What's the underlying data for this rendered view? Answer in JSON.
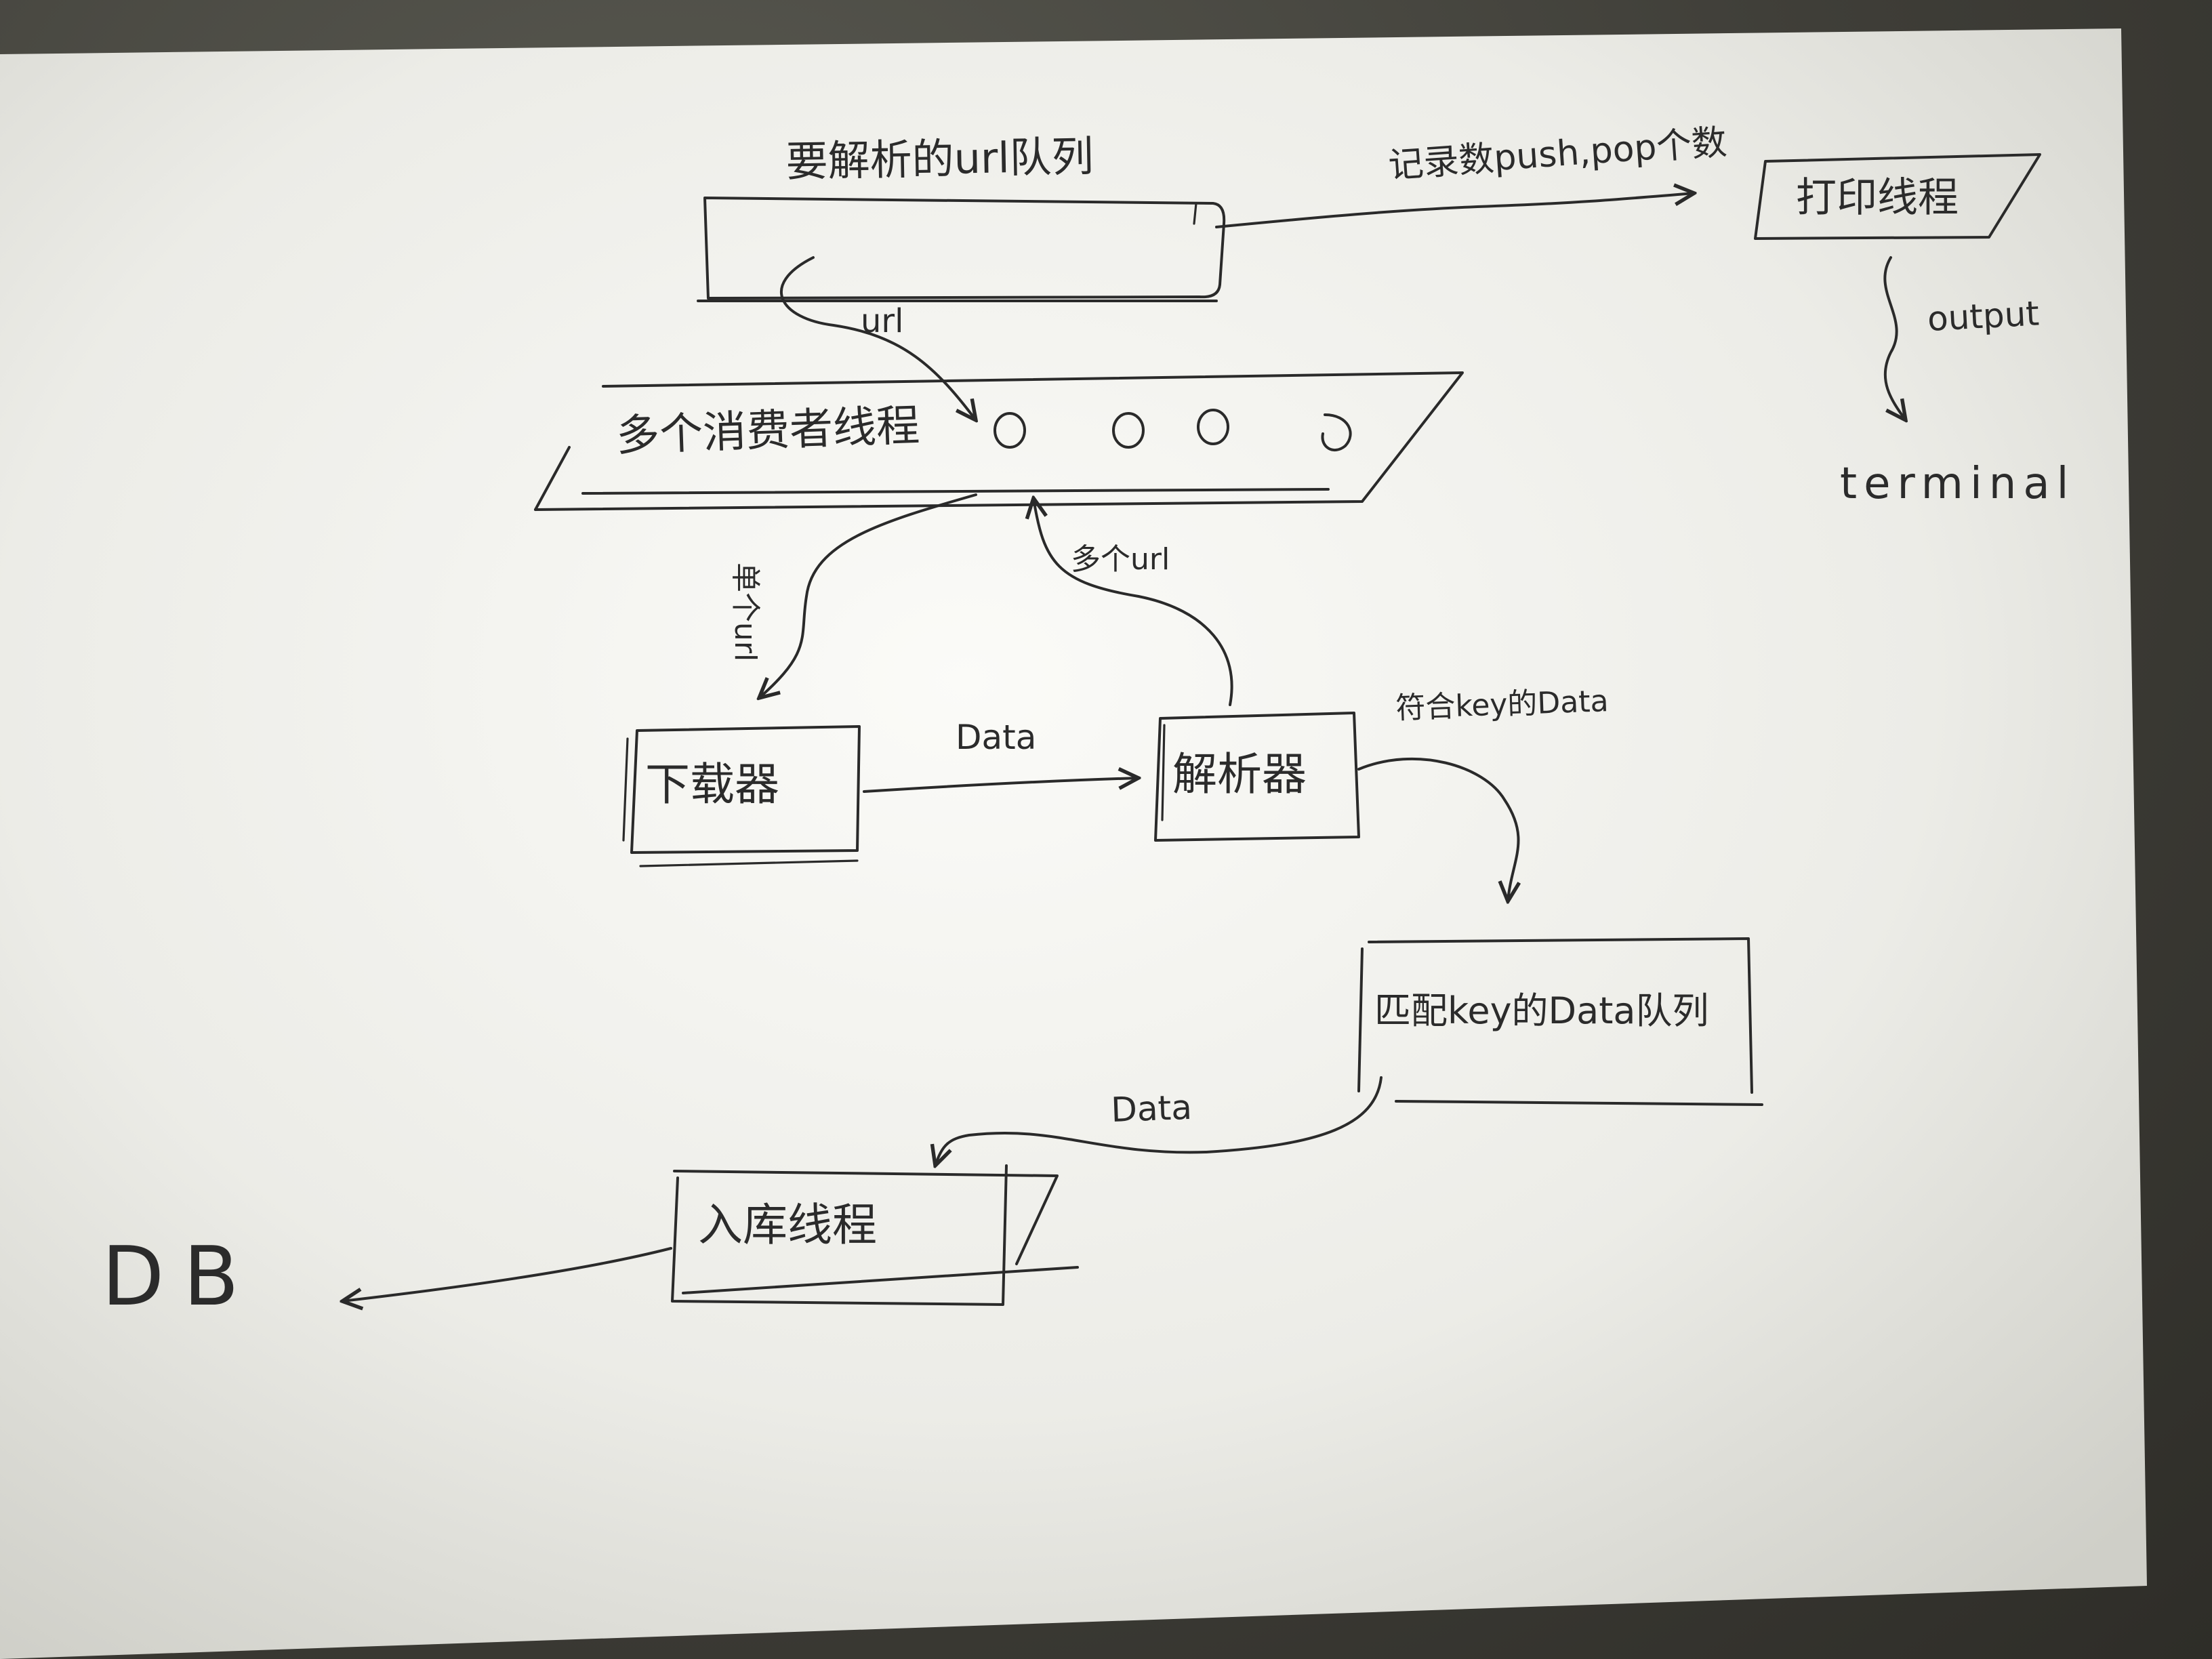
{
  "nodes": {
    "url_queue": {
      "label": "要解析的url队列"
    },
    "consumer_threads": {
      "label": "多个消费者线程"
    },
    "print_thread": {
      "label": "打印线程"
    },
    "terminal": {
      "label": "terminal"
    },
    "downloader": {
      "label": "下载器"
    },
    "parser": {
      "label": "解析器"
    },
    "match_queue": {
      "label": "匹配key的Data队列"
    },
    "db_thread": {
      "label": "入库线程"
    },
    "db": {
      "label": "DB"
    }
  },
  "edges": {
    "queue_to_printer": {
      "label": "记录数push,pop个数"
    },
    "queue_to_consumer": {
      "label": "url"
    },
    "printer_to_terminal": {
      "label": "output"
    },
    "consumer_to_downloader": {
      "label": "单个url"
    },
    "parser_to_consumer": {
      "label": "多个url"
    },
    "downloader_to_parser": {
      "label": "Data"
    },
    "parser_to_match": {
      "label": "符合key的Data"
    },
    "match_to_db": {
      "label": "Data"
    }
  },
  "colors": {
    "paper": "#f4f4f0",
    "ink": "#2a2a2a",
    "background": "#3f3e38"
  }
}
